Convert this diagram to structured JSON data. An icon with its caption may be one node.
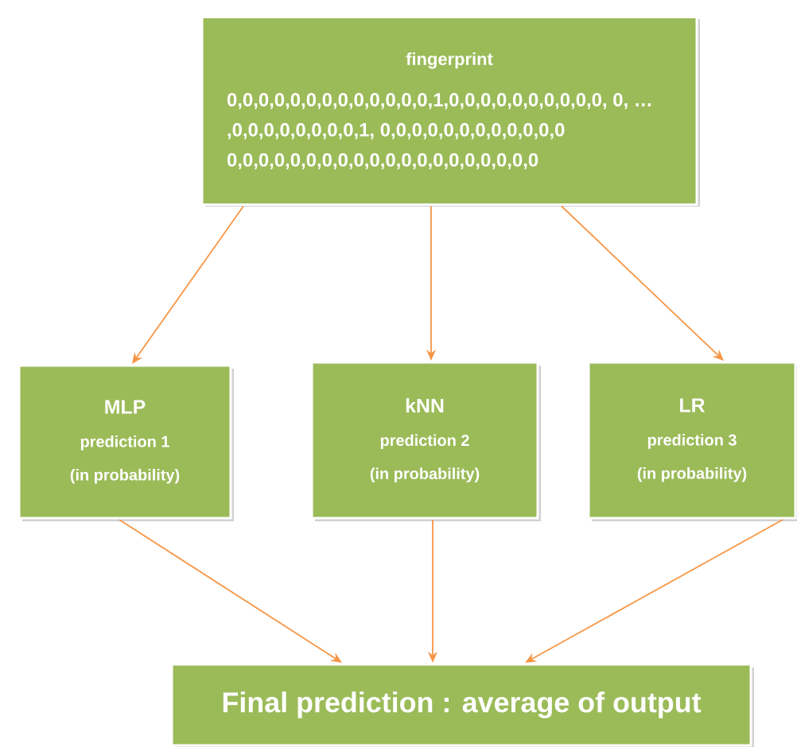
{
  "diagram": {
    "nodes": [
      {
        "text": [
          "fingerprint",
          "0,0,0,0,0,0,0,0,0,0,0,0,0,1,0,0,0,0,0,0,0,0,0,0, 0, … ,0,0,0,0,0,0,0,0,1, 0,0,0,0,0,0,0,0,0,0,0,0 0,0,0,0,0,0,0,0,0,0,0,0,0,0,0,0,0,0,0,0"
        ]
      },
      {
        "text": [
          "MLP",
          "prediction 1",
          "(in probability)"
        ]
      },
      {
        "text": [
          "kNN",
          "prediction 2",
          "(in probability)"
        ]
      },
      {
        "text": [
          "LR",
          "prediction 3",
          "(in probability)"
        ]
      },
      {
        "text": [
          "Final prediction : average of output"
        ]
      }
    ],
    "edges": [
      {
        "from": 0,
        "to": 1,
        "arrow": "to"
      },
      {
        "from": 0,
        "to": 2,
        "arrow": "to"
      },
      {
        "from": 0,
        "to": 3,
        "arrow": "to"
      },
      {
        "from": 1,
        "to": 4,
        "arrow": "to"
      },
      {
        "from": 2,
        "to": 4,
        "arrow": "to"
      },
      {
        "from": 3,
        "to": 4,
        "arrow": "to"
      }
    ]
  }
}
